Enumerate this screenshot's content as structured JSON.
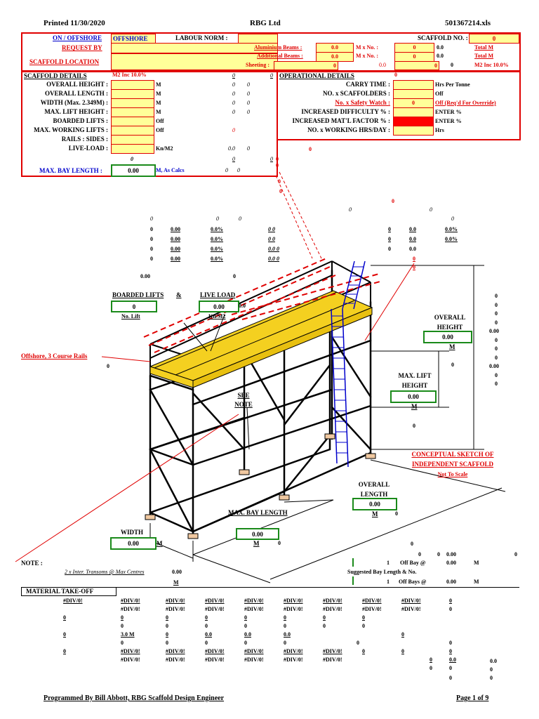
{
  "header": {
    "printed": "Printed 11/30/2020",
    "company": "RBG Ltd",
    "file": "501367214.xls"
  },
  "top": {
    "on_offshore_label": "ON / OFFSHORE",
    "on_offshore_value": "OFFSHORE",
    "labour_norm_label": "LABOUR NORM :",
    "scaffold_no_label": "SCAFFOLD NO. :",
    "scaffold_no_value": "0",
    "request_by_label": "REQUEST BY",
    "scaffold_location_label": "SCAFFOLD LOCATION",
    "aluminium_beams_label": "Aluminium Beams :",
    "aluminium_beams_value": "0.0",
    "additional_beams_label": "Additional Beams :",
    "additional_beams_value": "0.0",
    "m_x_no_label": "M  x  No. :",
    "m_x_no_value": "0",
    "total_value": "0.0",
    "total_m_label": "Total M",
    "sheeting_label": "Sheeting :",
    "sheeting_value": "0",
    "sheeting_v2": "0.0",
    "sheeting_v3": "0",
    "m2_inc_label": "M2 Inc 10.0%"
  },
  "scaffold_details": {
    "title": "SCAFFOLD DETAILS",
    "m2_label": "M2 Inc 10.0%",
    "m2_v1": "0",
    "m2_v2": "0",
    "rows": [
      {
        "label": "OVERALL HEIGHT :",
        "unit": "M",
        "a": "0",
        "b": "0"
      },
      {
        "label": "OVERALL LENGTH :",
        "unit": "M",
        "a": "0",
        "b": "0"
      },
      {
        "label": "WIDTH (Max. 2.349M) :",
        "unit": "M",
        "a": "0",
        "b": "0"
      },
      {
        "label": "MAX. LIFT HEIGHT :",
        "unit": "M",
        "a": "0",
        "b": "0"
      },
      {
        "label": "BOARDED LIFTS :",
        "unit": "Off",
        "a": "",
        "b": ""
      },
      {
        "label": "MAX. WORKING LIFTS :",
        "unit": "Off",
        "a": "0",
        "b": ""
      },
      {
        "label": "RAILS : SIDES :",
        "unit": "",
        "a": "",
        "b": ""
      },
      {
        "label": "LIVE-LOAD :",
        "unit": "Kn/M2",
        "a": "0.0",
        "b": "0"
      }
    ],
    "extra_zero": "0",
    "extra_v1": "0",
    "extra_v2": "0",
    "max_bay_label": "MAX. BAY LENGTH :",
    "max_bay_value": "0.00",
    "max_bay_unit": "M, As Calcs",
    "max_bay_a": "0",
    "max_bay_b": "0"
  },
  "operational_details": {
    "title": "OPERATIONAL DETAILS",
    "title_val": "0",
    "rows": [
      {
        "label": "CARRY TIME :",
        "value": "",
        "unit": "Hrs Per Tonne"
      },
      {
        "label": "NO. x SCAFFOLDERS :",
        "value": "",
        "unit": "Off"
      },
      {
        "label": "No. x Safety Watch :",
        "value": "0",
        "unit": "Off (Req'd For Override)"
      },
      {
        "label": "INCREASED DIFFICULTY % :",
        "value": "",
        "unit": "ENTER %"
      },
      {
        "label": "INCREASED MAT'L FACTOR % :",
        "value": "",
        "unit": "ENTER %"
      },
      {
        "label": "NO. x WORKING HRS/DAY :",
        "value": "",
        "unit": "Hrs"
      }
    ]
  },
  "sketch": {
    "title1": "CONCEPTUAL SKETCH OF",
    "title2": "INDEPENDENT SCAFFOLD",
    "subtitle": "Not To Scale",
    "offshore_rails": "Offshore, 3 Course Rails",
    "see_note": "SEE NOTE",
    "boarded_lifts": "BOARDED LIFTS",
    "amp": "&",
    "live_load": "LIVE LOAD",
    "boarded_value": "0",
    "live_value": "0.00",
    "no_lift": "No. Lift",
    "kn_m2": "Kn/M2",
    "overall_height": "OVERALL HEIGHT",
    "overall_height_value": "0.00",
    "max_lift_height": "MAX. LIFT HEIGHT",
    "max_lift_value": "0.00",
    "overall_length": "OVERALL LENGTH",
    "overall_length_value": "0.00",
    "max_bay_length": "MAX. BAY LENGTH",
    "max_bay_value": "0.00",
    "width": "WIDTH",
    "width_value": "0.00",
    "m": "M"
  },
  "calc_table": {
    "rows": [
      [
        "0",
        "0.00",
        "0.0%",
        "0 0",
        "0",
        "0.0",
        "0.0%"
      ],
      [
        "0",
        "0.00",
        "0.0%",
        "0 0",
        "0",
        "0.0",
        "0.0%"
      ],
      [
        "0",
        "0.00",
        "0.0%",
        "0.0 0",
        "0",
        "0.0",
        ""
      ],
      [
        "0",
        "0.00",
        "0.0%",
        "0.0 0",
        "",
        "",
        ""
      ]
    ]
  },
  "note": {
    "label": "NOTE :",
    "text": "2 x Inter. Transoms @ Max Centres",
    "value": "0.00",
    "unit": "M",
    "off_bay": "Off Bay @",
    "off_bay_qty": "1",
    "off_bay_value": "0.00",
    "suggested": "Suggested Bay Length & No.",
    "off_bays": "Off Bays @",
    "off_bays_qty": "1",
    "off_bays_value": "0.00"
  },
  "material": {
    "title": "MATERIAL TAKE-OFF",
    "div": "#DIV/0!",
    "zero": "0",
    "m30": "3.0 M",
    "z00": "0.0"
  },
  "footer": {
    "left": "Programmed By Bill Abbott, RBG Scaffold Design Engineer",
    "right": "Page 1 of 9"
  }
}
